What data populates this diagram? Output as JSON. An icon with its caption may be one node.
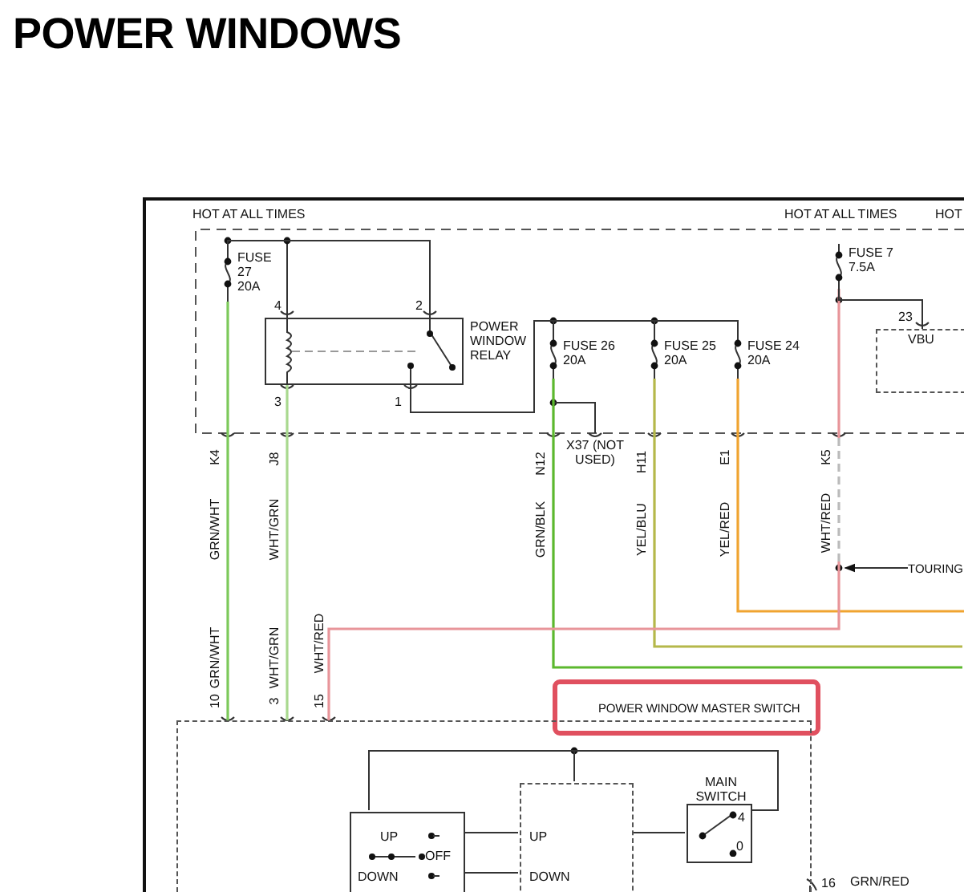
{
  "diagram": {
    "title": "POWER WINDOWS",
    "nodes": [
      {
        "text": [
          "FUSE 27 20A"
        ]
      },
      {
        "text": [
          "POWER WINDOW RELAY"
        ]
      },
      {
        "text": [
          "FUSE 26 20A"
        ]
      },
      {
        "text": [
          "FUSE 25 20A"
        ]
      },
      {
        "text": [
          "FUSE 24 20A"
        ]
      },
      {
        "text": [
          "FUSE 7 7.5A"
        ]
      },
      {
        "text": [
          "VBU"
        ]
      },
      {
        "text": [
          "X37 (NOT USED)"
        ]
      },
      {
        "text": [
          "POWER WINDOW MASTER SWITCH"
        ]
      },
      {
        "text": [
          "UP",
          "DOWN"
        ],
        "in": 8
      },
      {
        "text": [
          "UP",
          "OFF",
          "DOWN"
        ],
        "in": 8
      },
      {
        "text": [
          "MAIN SWITCH"
        ],
        "in": 8
      },
      {
        "text": [
          "TOURING"
        ]
      }
    ],
    "edges": [
      {
        "from": 0,
        "to": 1,
        "arrow": "none"
      },
      {
        "from": 1,
        "to": 2,
        "arrow": "none"
      },
      {
        "from": 1,
        "to": 3,
        "arrow": "none"
      },
      {
        "from": 1,
        "to": 4,
        "arrow": "none"
      },
      {
        "from": 2,
        "to": 7,
        "arrow": "none"
      },
      {
        "from": 2,
        "to": null,
        "arrow": "none",
        "label": "GRN/BLK",
        "color": "#5cb82e"
      },
      {
        "from": 3,
        "to": null,
        "arrow": "none",
        "label": "YEL/BLU",
        "color": "#b5b84a"
      },
      {
        "from": 4,
        "to": null,
        "arrow": "none",
        "label": "YEL/RED",
        "color": "#f0a430"
      },
      {
        "from": 0,
        "to": 8,
        "arrow": "none",
        "label": "GRN/WHT",
        "color": "#7cc95a"
      },
      {
        "from": 1,
        "to": 8,
        "arrow": "none",
        "label": "WHT/GRN",
        "color": "#a9d98f"
      },
      {
        "from": 5,
        "to": 8,
        "arrow": "none",
        "label": "WHT/RED",
        "color": "#e8959a"
      },
      {
        "from": 5,
        "to": 6,
        "arrow": "none"
      },
      {
        "from": 12,
        "to": null,
        "arrow": "to"
      },
      {
        "from": 10,
        "to": 9,
        "arrow": "none"
      },
      {
        "from": 10,
        "to": 9,
        "arrow": "none"
      },
      {
        "from": 9,
        "to": 11,
        "arrow": "none"
      },
      {
        "from": 11,
        "to": 9,
        "arrow": "none"
      },
      {
        "from": 11,
        "to": 10,
        "arrow": "none"
      }
    ],
    "labels": [
      "HOT AT ALL TIMES",
      "HOT AT ALL TIMES",
      "HOT",
      "4",
      "2",
      "3",
      "1",
      "23",
      "K4",
      "J8",
      "N12",
      "H11",
      "E1",
      "K5",
      "GRN/WHT",
      "WHT/GRN",
      "10",
      "3",
      "WHT/RED",
      "15",
      "4",
      "0",
      "16",
      "GRN/RED"
    ]
  }
}
